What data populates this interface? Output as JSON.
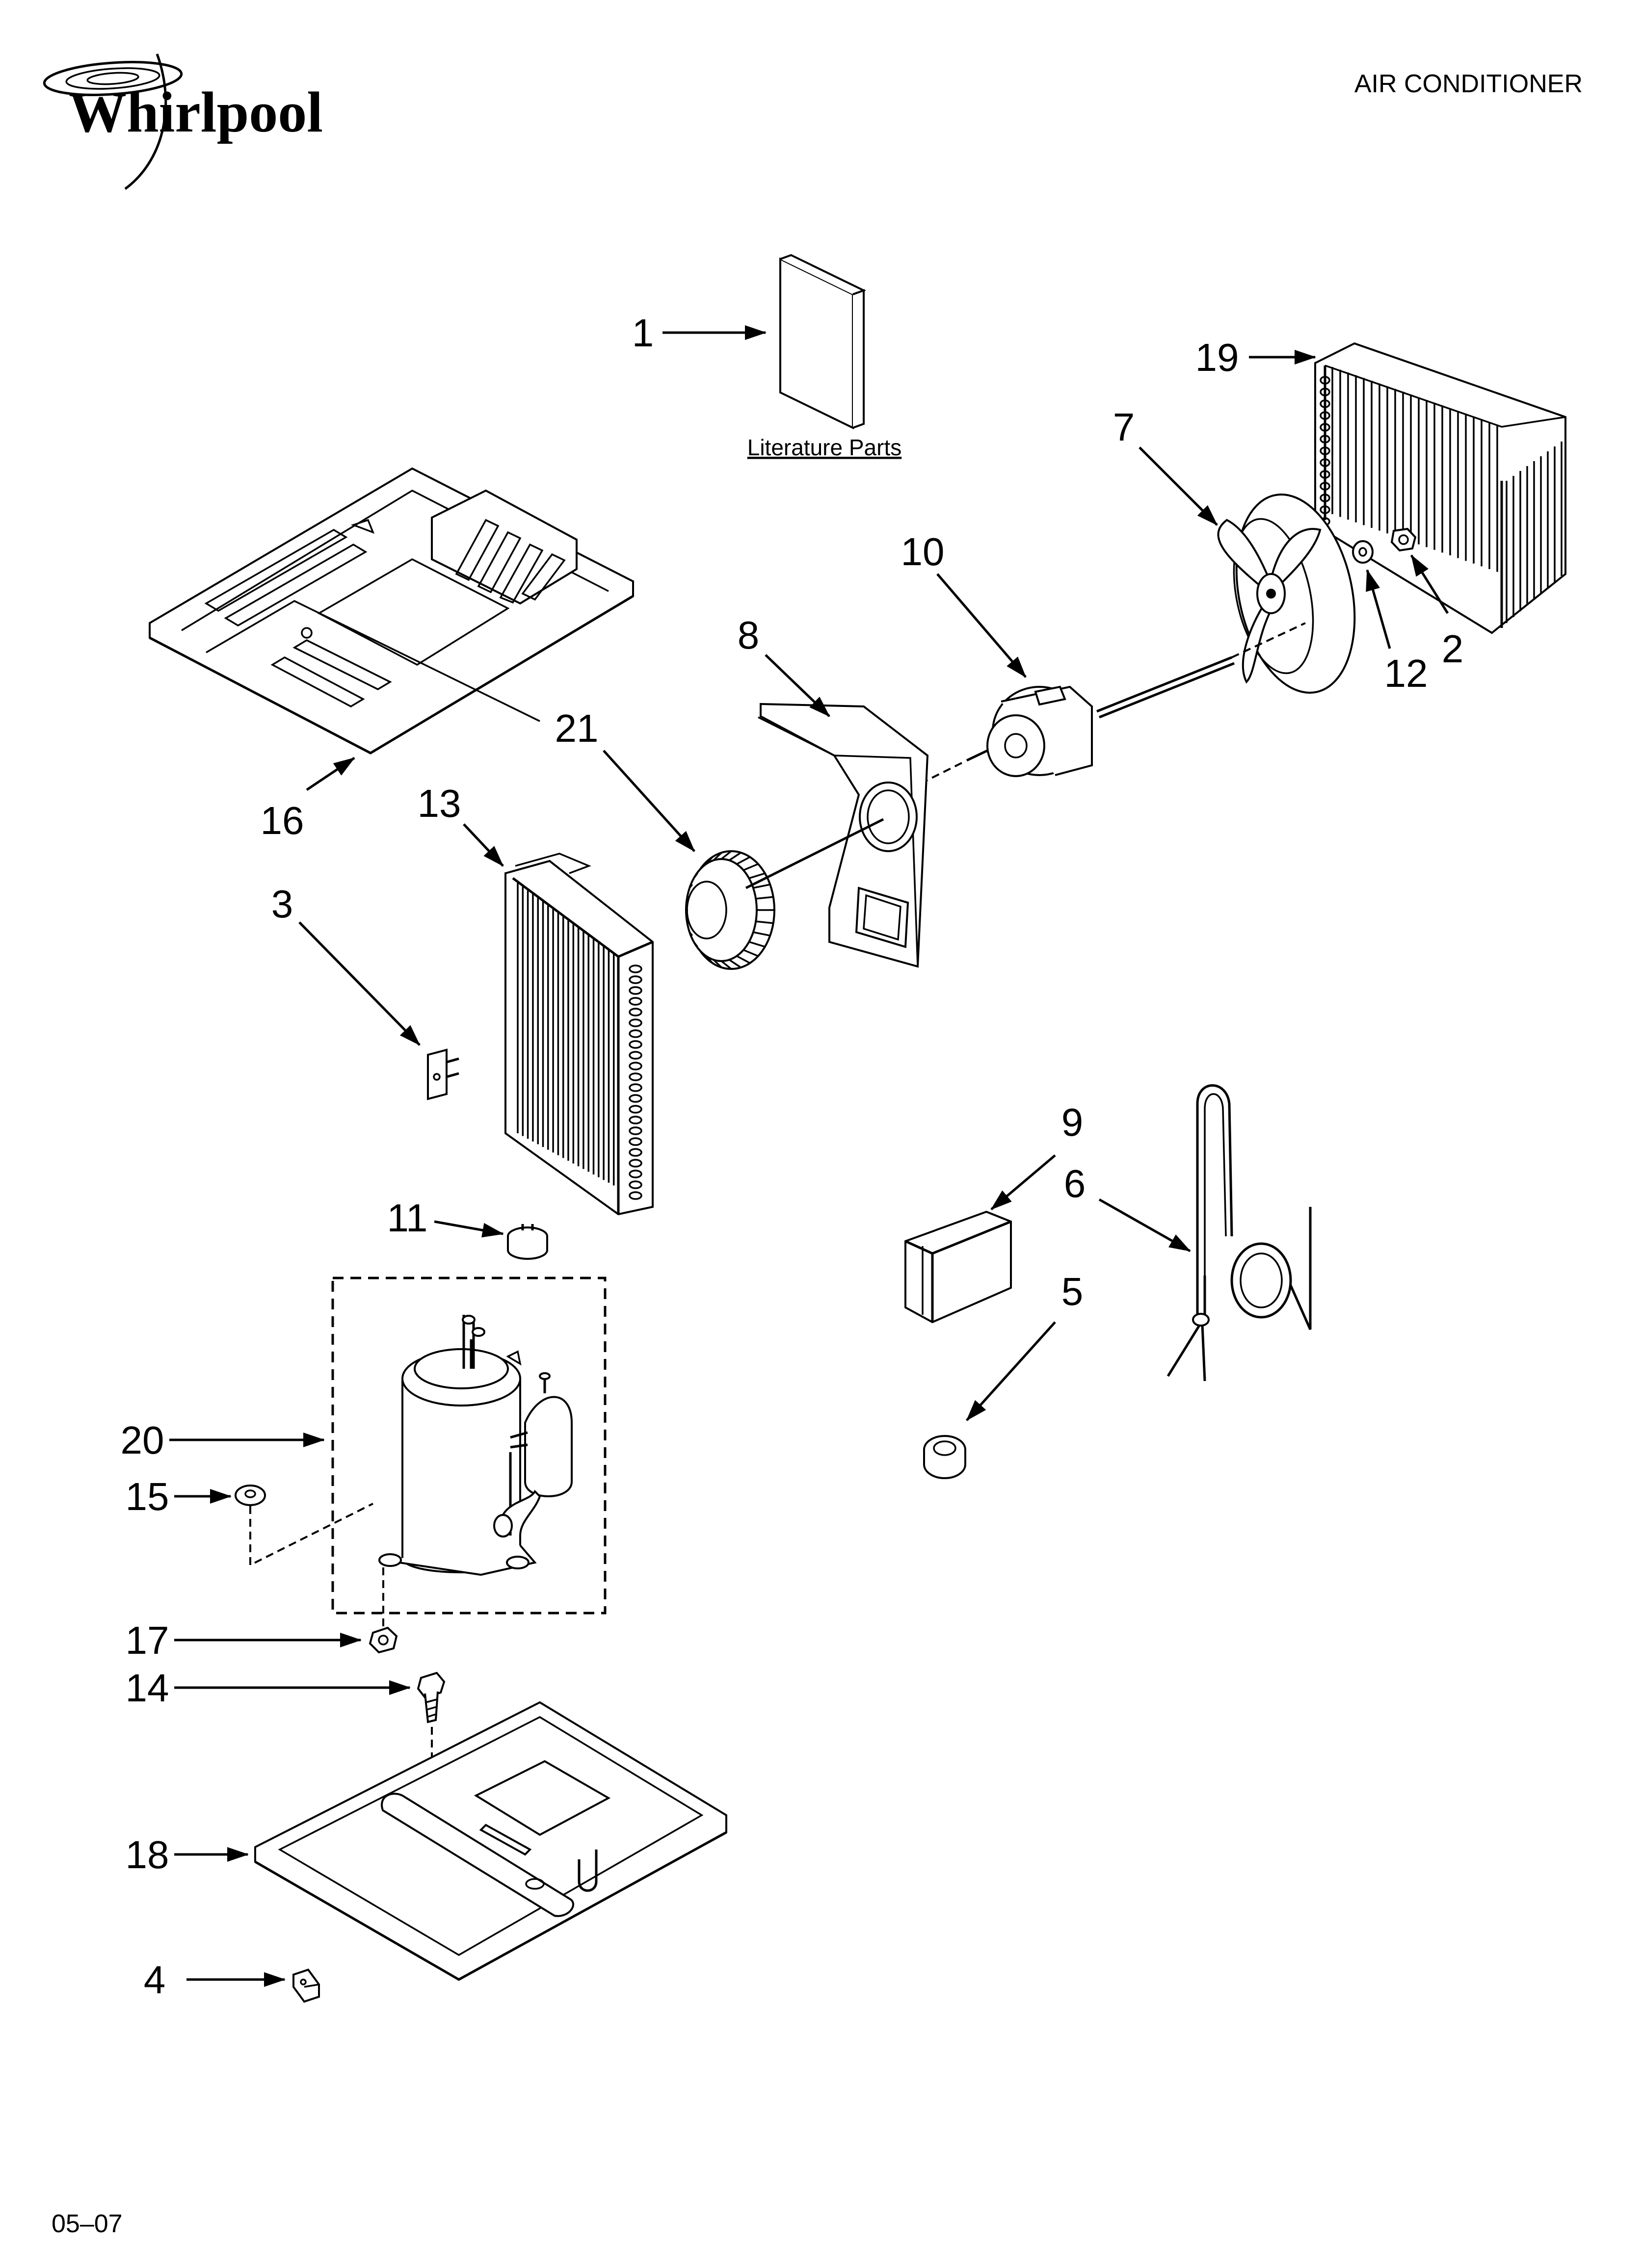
{
  "header": {
    "brand": "Whirlpool",
    "title": "AIR CONDITIONER"
  },
  "footer": {
    "date_code": "05–07"
  },
  "literature": {
    "caption": "Literature Parts"
  },
  "callouts": [
    {
      "id": "1",
      "text": "1"
    },
    {
      "id": "2",
      "text": "2"
    },
    {
      "id": "3",
      "text": "3"
    },
    {
      "id": "4",
      "text": "4"
    },
    {
      "id": "5",
      "text": "5"
    },
    {
      "id": "6",
      "text": "6"
    },
    {
      "id": "7",
      "text": "7"
    },
    {
      "id": "8",
      "text": "8"
    },
    {
      "id": "9",
      "text": "9"
    },
    {
      "id": "10",
      "text": "10"
    },
    {
      "id": "11",
      "text": "11"
    },
    {
      "id": "12",
      "text": "12"
    },
    {
      "id": "13",
      "text": "13"
    },
    {
      "id": "14",
      "text": "14"
    },
    {
      "id": "15",
      "text": "15"
    },
    {
      "id": "16",
      "text": "16"
    },
    {
      "id": "17",
      "text": "17"
    },
    {
      "id": "18",
      "text": "18"
    },
    {
      "id": "19",
      "text": "19"
    },
    {
      "id": "20",
      "text": "20"
    },
    {
      "id": "21",
      "text": "21"
    }
  ]
}
